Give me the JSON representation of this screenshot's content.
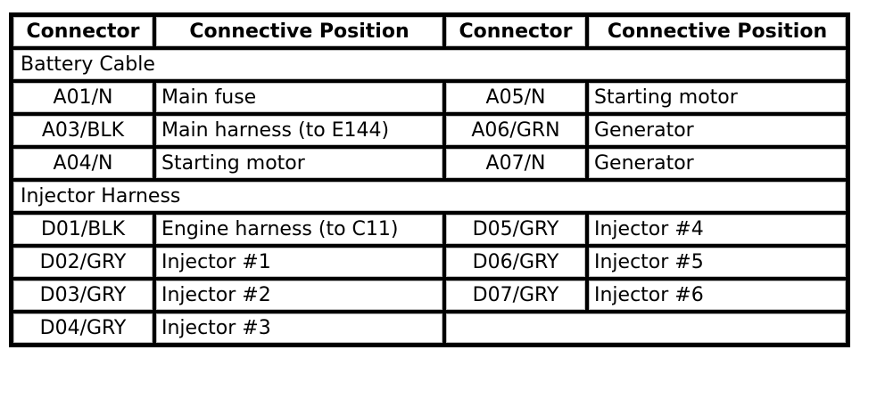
{
  "headers": [
    "Connector",
    "Connective Position",
    "Connector",
    "Connective Position"
  ],
  "sections": [
    {
      "title": "Battery Cable",
      "rows": [
        [
          "A01/N",
          "Main fuse",
          "A05/N",
          "Starting motor"
        ],
        [
          "A03/BLK",
          "Main harness (to E144)",
          "A06/GRN",
          "Generator"
        ],
        [
          "A04/N",
          "Starting motor",
          "A07/N",
          "Generator"
        ]
      ]
    },
    {
      "title": "Injector Harness",
      "rows": [
        [
          "D01/BLK",
          "Engine harness (to C11)",
          "D05/GRY",
          "Injector #4"
        ],
        [
          "D02/GRY",
          "Injector #1",
          "D06/GRY",
          "Injector #5"
        ],
        [
          "D03/GRY",
          "Injector #2",
          "D07/GRY",
          "Injector #6"
        ],
        [
          "D04/GRY",
          "Injector #3",
          "",
          ""
        ]
      ]
    }
  ]
}
